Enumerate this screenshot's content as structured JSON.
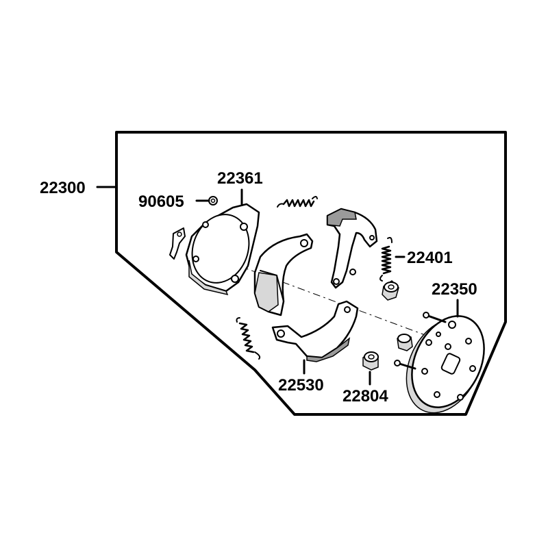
{
  "diagram": {
    "labels": {
      "assembly": "22300",
      "plate": "22361",
      "nut": "90605",
      "spring": "22401",
      "drive_plate": "22350",
      "shoe": "22530",
      "damper": "22804"
    }
  }
}
